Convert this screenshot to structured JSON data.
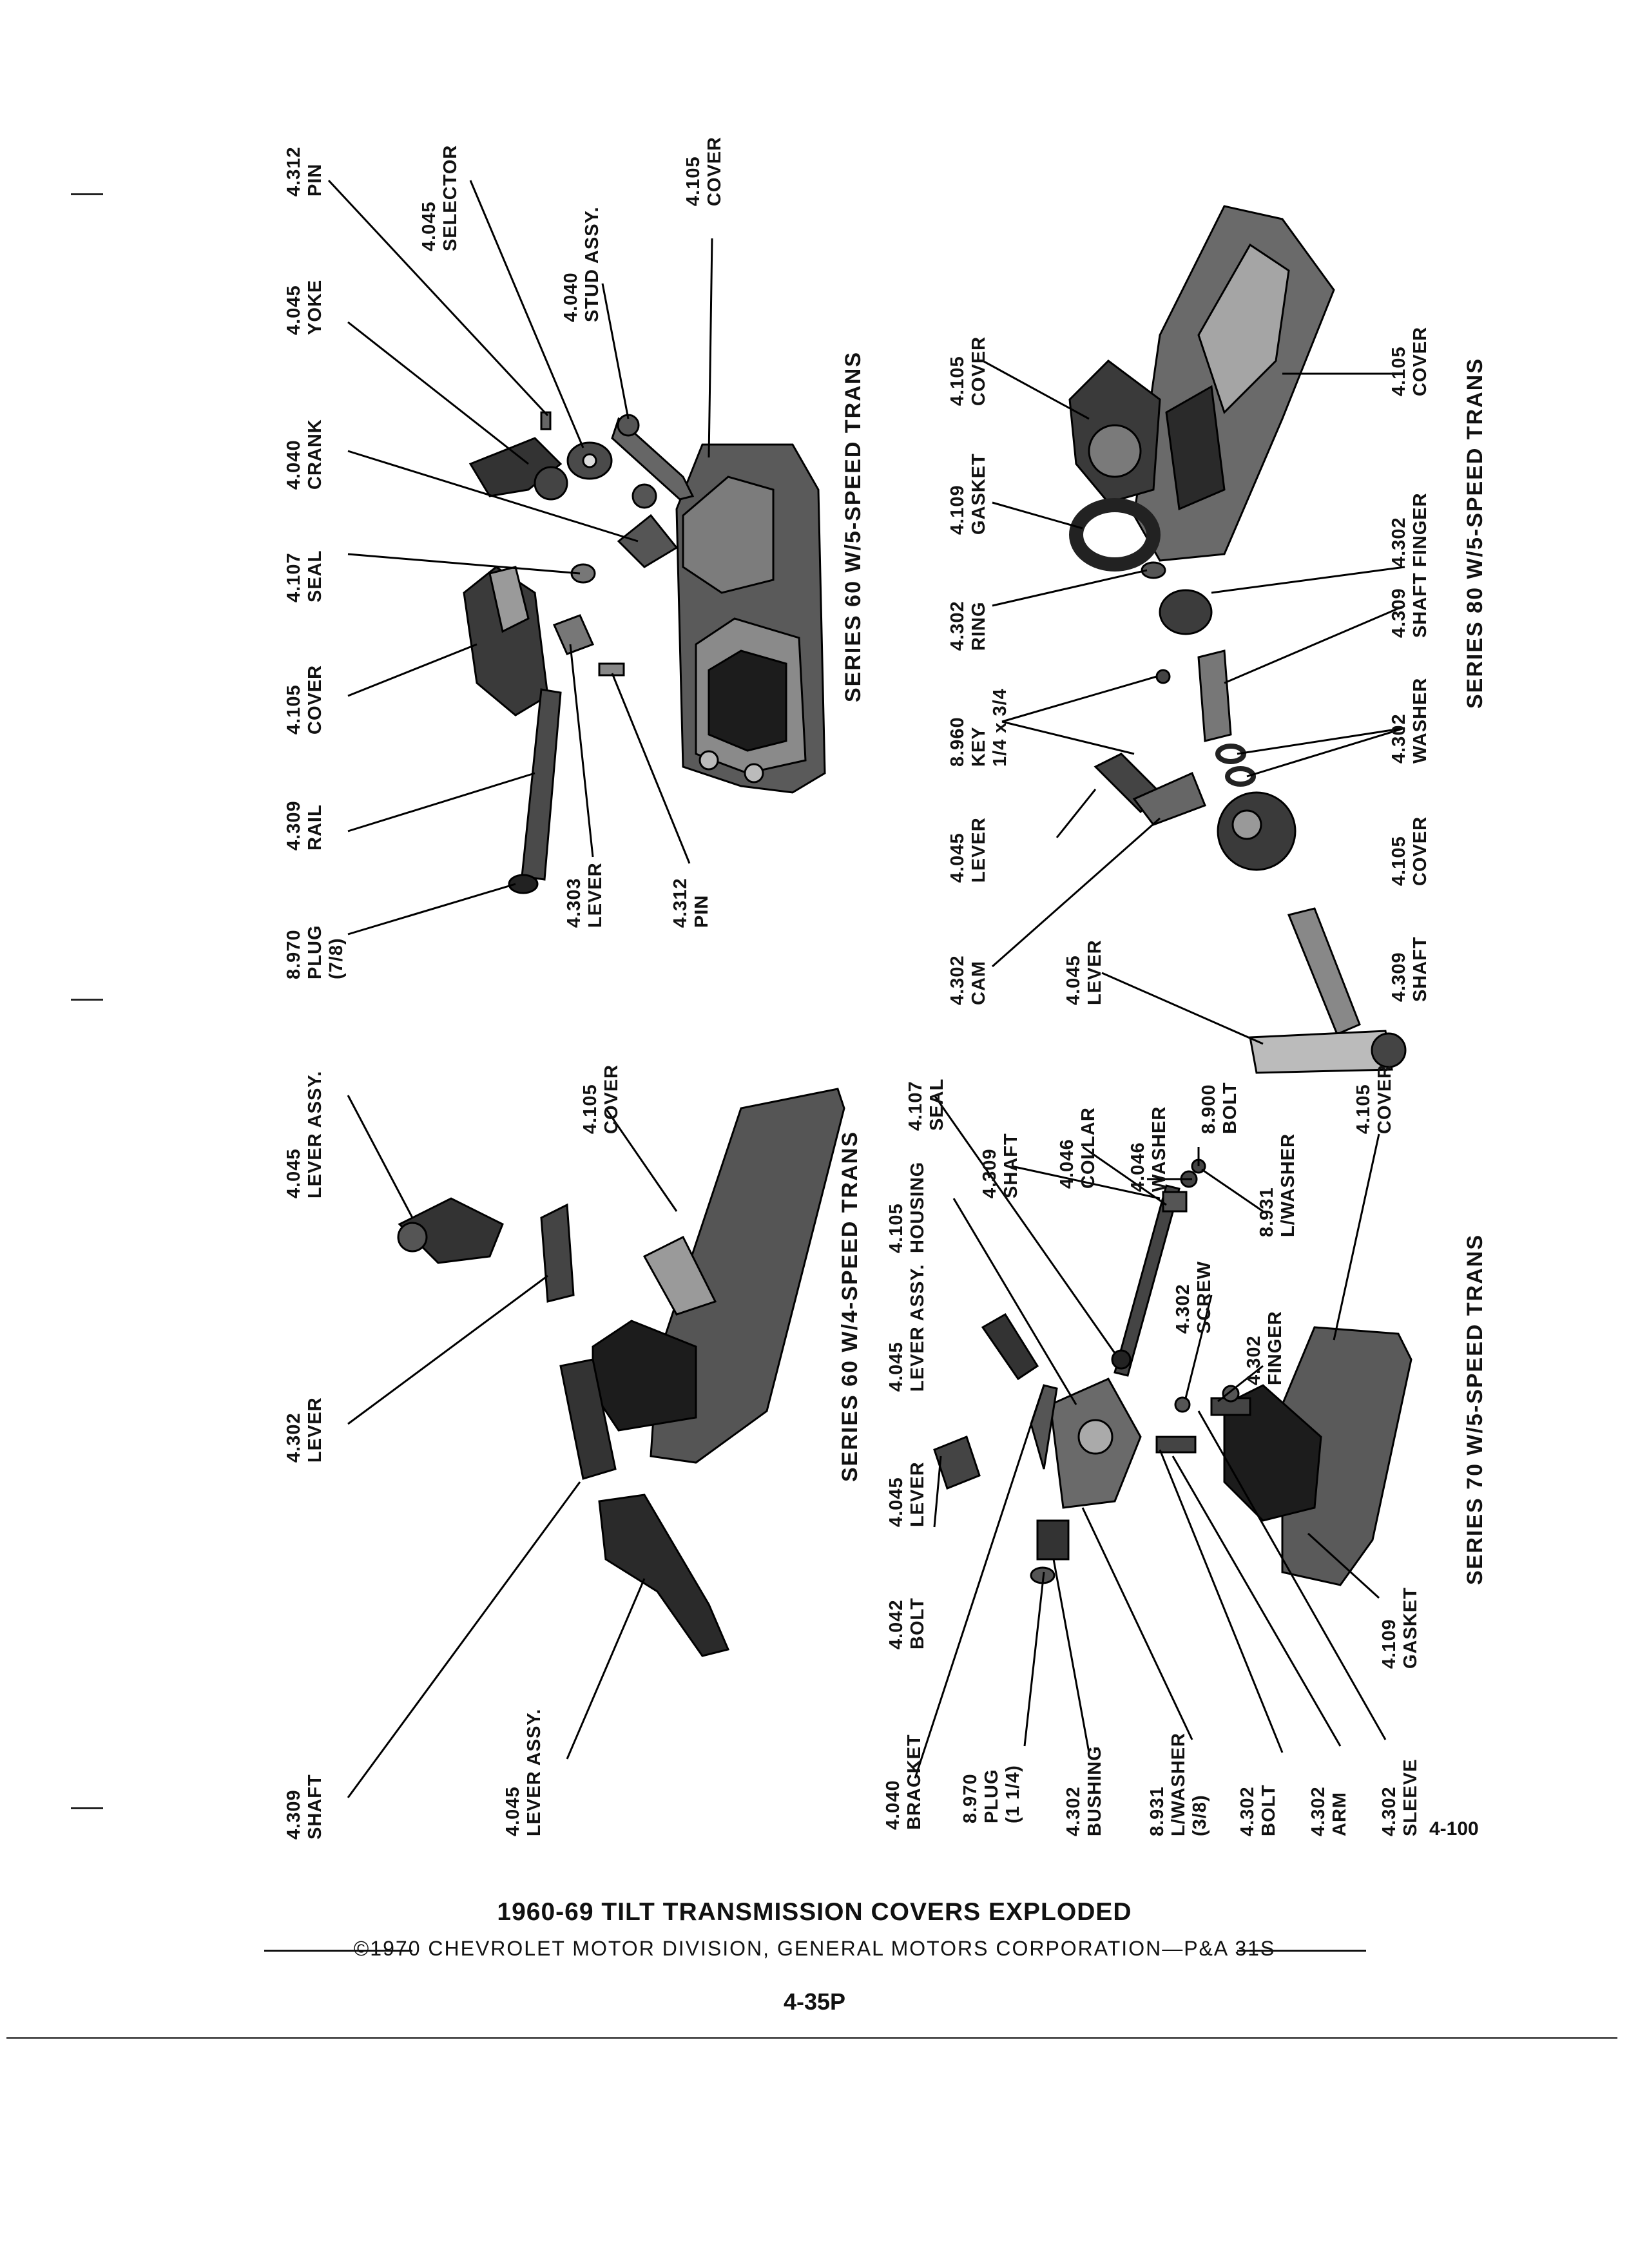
{
  "figure_number": "4-100",
  "caption": "1960-69 TILT TRANSMISSION COVERS EXPLODED",
  "copyright": "©1970 CHEVROLET MOTOR DIVISION, GENERAL MOTORS CORPORATION—P&A 31S",
  "page_number": "4-35P",
  "series_titles": {
    "s60_5": "SERIES 60 W/5-SPEED TRANS",
    "s60_4": "SERIES 60 W/4-SPEED TRANS",
    "s80_5": "SERIES 80 W/5-SPEED TRANS",
    "s70_5": "SERIES 70 W/5-SPEED TRANS"
  },
  "part_labels": {
    "s60_5": [
      "4.312\nPIN",
      "4.045\nSELECTOR",
      "4.040\nSTUD ASSY.",
      "4.105\nCOVER",
      "4.045\nYOKE",
      "4.040\nCRANK",
      "4.107\nSEAL",
      "4.105\nCOVER",
      "4.309\nRAIL",
      "8.970\nPLUG\n(7/8)",
      "4.303\nLEVER",
      "4.312\nPIN"
    ],
    "s60_4": [
      "4.045\nLEVER ASSY.",
      "4.105\nCOVER",
      "4.302\nLEVER",
      "4.309\nSHAFT",
      "4.045\nLEVER ASSY.",
      "4.107\nSEAL",
      "4.105\nHOUSING",
      "4.045\nLEVER ASSY.",
      "4.045\nLEVER",
      "4.042\nBOLT"
    ],
    "s80_5": [
      "4.105\nCOVER",
      "4.109\nGASKET",
      "4.105\nCOVER",
      "4.302\nFINGER",
      "4.302\nRING",
      "4.309\nSHAFT",
      "8.960\nKEY\n1/4 x 3/4",
      "4.302\nWASHER",
      "4.045\nLEVER",
      "4.105\nCOVER",
      "4.302\nCAM",
      "4.309\nSHAFT",
      "4.045\nLEVER"
    ],
    "s70_5": [
      "4.309\nSHAFT",
      "4.046\nCOLLAR",
      "4.046\nWASHER",
      "8.900\nBOLT",
      "8.931\nL/WASHER",
      "4.105\nCOVER",
      "4.302\nSCREW",
      "4.302\nFINGER",
      "4.040\nBRACKET",
      "8.970\nPLUG\n(1 1/4)",
      "4.302\nBUSHING",
      "8.931\nL/WASHER\n(3/8)",
      "4.302\nBOLT",
      "4.302\nARM",
      "4.302\nSLEEVE",
      "4.109\nGASKET"
    ]
  }
}
